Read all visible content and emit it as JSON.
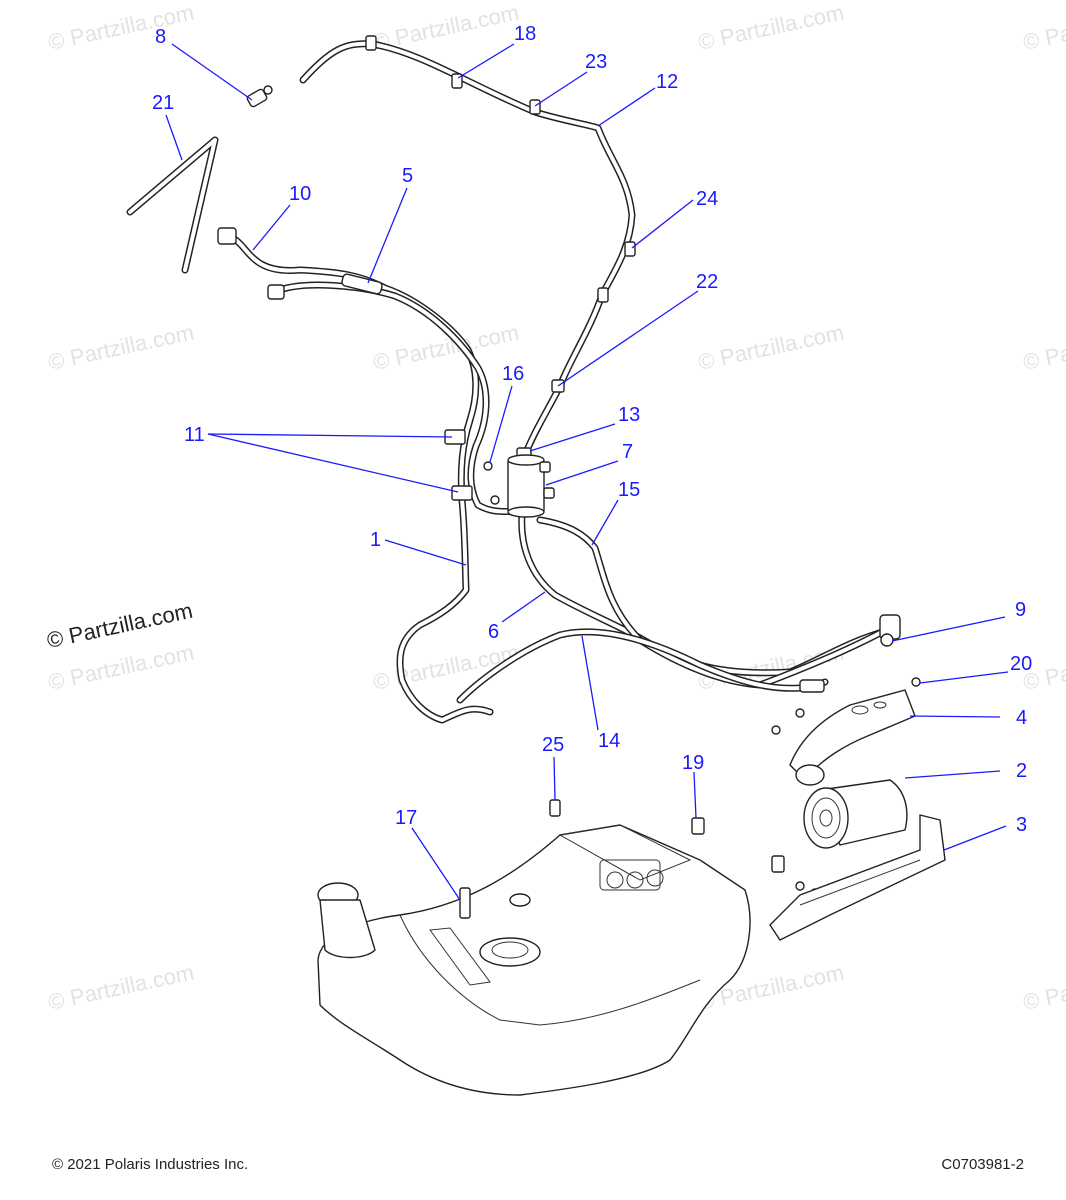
{
  "watermark": {
    "text": "© Partzilla.com"
  },
  "brand_mark": "© Partzilla.com",
  "footer": {
    "copyright": "© 2021 Polaris Industries Inc.",
    "drawing_id": "C0703981-2"
  },
  "callouts": [
    "1",
    "2",
    "3",
    "4",
    "5",
    "6",
    "7",
    "8",
    "9",
    "10",
    "11",
    "12",
    "13",
    "14",
    "15",
    "16",
    "17",
    "18",
    "19",
    "20",
    "21",
    "22",
    "23",
    "24",
    "25"
  ],
  "colors": {
    "callout": "#1a1aff",
    "line_art": "#222222",
    "watermark": "#e2e2e2"
  }
}
